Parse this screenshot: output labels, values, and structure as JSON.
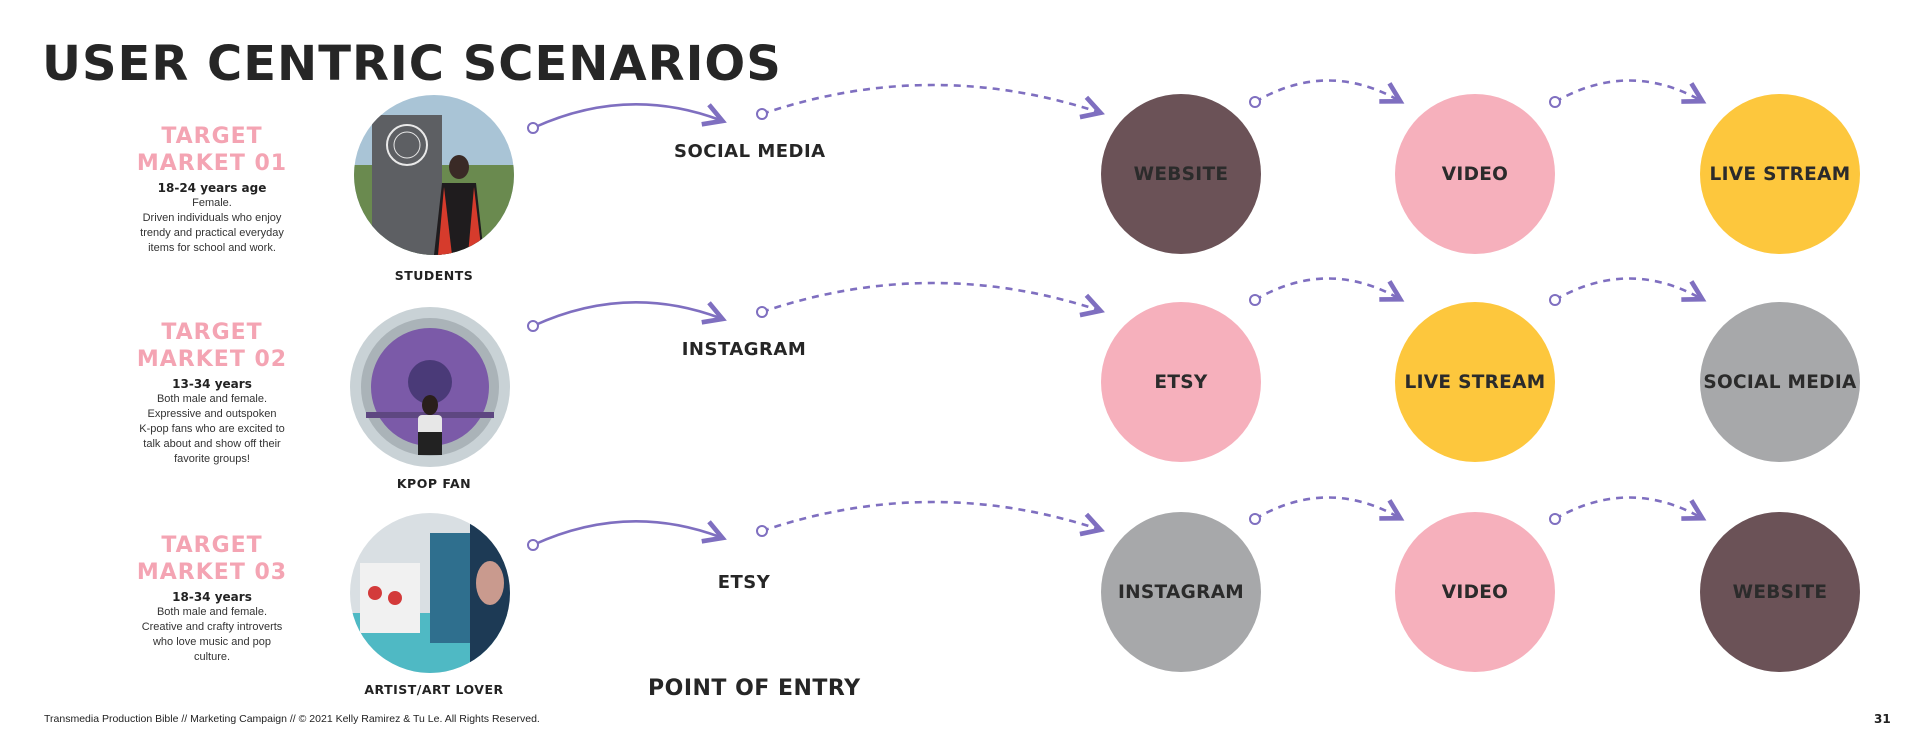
{
  "page_title": "USER CENTRIC SCENARIOS",
  "colors": {
    "accent_pink": "#f4a4b3",
    "circle_brown": "#6b5257",
    "circle_pink": "#f6b0bc",
    "circle_yellow": "#fdc73d",
    "circle_gray": "#a7a8aa",
    "arrow_purple": "#7f6fc0"
  },
  "markets": [
    {
      "title_line1": "TARGET",
      "title_line2": "MARKET 01",
      "age": "18-24 years age",
      "desc": [
        "Female.",
        "Driven individuals who enjoy",
        "trendy and practical everyday",
        "items for school and work."
      ],
      "photo_caption": "STUDENTS",
      "entry": "SOCIAL MEDIA",
      "touchpoints": [
        {
          "label": "WEBSITE",
          "color": "#6b5257"
        },
        {
          "label": "VIDEO",
          "color": "#f6b0bc"
        },
        {
          "label": "LIVE STREAM",
          "color": "#fdc73d"
        }
      ]
    },
    {
      "title_line1": "TARGET",
      "title_line2": "MARKET 02",
      "age": "13-34 years",
      "desc": [
        "Both male and female.",
        "Expressive and outspoken",
        "K-pop fans who are excited to",
        "talk about and show off their",
        "favorite groups!"
      ],
      "photo_caption": "KPOP FAN",
      "entry": "INSTAGRAM",
      "touchpoints": [
        {
          "label": "ETSY",
          "color": "#f6b0bc"
        },
        {
          "label": "LIVE STREAM",
          "color": "#fdc73d"
        },
        {
          "label": "SOCIAL MEDIA",
          "color": "#a7a8aa"
        }
      ]
    },
    {
      "title_line1": "TARGET",
      "title_line2": "MARKET 03",
      "age": "18-34 years",
      "desc": [
        "Both male and female.",
        "Creative and crafty introverts",
        "who love music and pop",
        "culture."
      ],
      "photo_caption": "ARTIST/ART LOVER",
      "entry": "ETSY",
      "touchpoints": [
        {
          "label": "INSTAGRAM",
          "color": "#a7a8aa"
        },
        {
          "label": "VIDEO",
          "color": "#f6b0bc"
        },
        {
          "label": "WEBSITE",
          "color": "#6b5257"
        }
      ]
    }
  ],
  "point_of_entry_label": "POINT OF ENTRY",
  "footer": "Transmedia Production Bible   //   Marketing Campaign  //   © 2021 Kelly Ramirez & Tu Le.  All Rights Reserved.",
  "page_number": "31"
}
